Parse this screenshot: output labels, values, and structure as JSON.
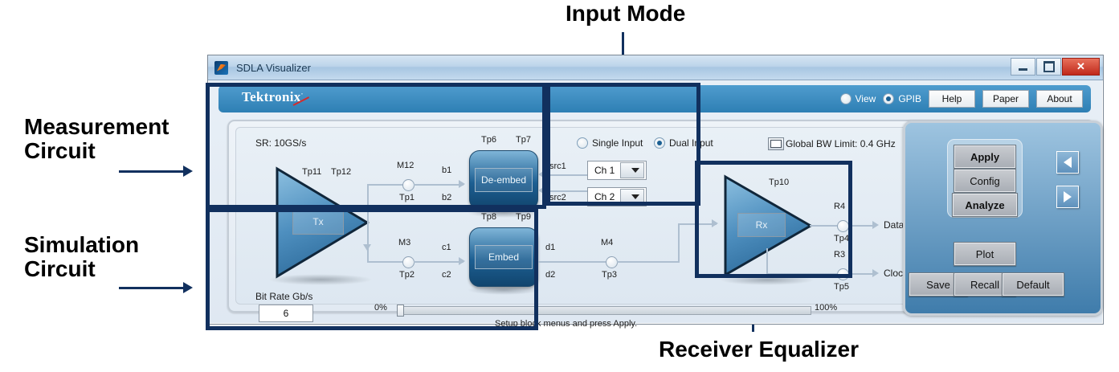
{
  "annotations": {
    "measurement": "Measurement\nCircuit",
    "simulation": "Simulation\nCircuit",
    "input_mode": "Input Mode",
    "receiver_equalizer": "Receiver Equalizer"
  },
  "window": {
    "title": "SDLA Visualizer",
    "icon": "matlab-icon",
    "minimize_label": "",
    "maximize_label": "",
    "close_label": "✕"
  },
  "header": {
    "brand": "Tektronix",
    "brand_mark": "·",
    "radios": [
      {
        "label": "View",
        "selected": false
      },
      {
        "label": "GPIB",
        "selected": true
      }
    ],
    "buttons": [
      "Help",
      "Paper",
      "About"
    ]
  },
  "diagram": {
    "sample_rate": "SR: 10GS/s",
    "bw_limit": "Global BW Limit: 0.4 GHz",
    "bit_rate_label": "Bit Rate Gb/s",
    "bit_rate_value": "6",
    "status_text": "Setup block menus and press Apply.",
    "progress": {
      "min": "0%",
      "max": "100%",
      "value": 0
    },
    "input_mode": {
      "options": [
        {
          "label": "Single Input",
          "selected": false
        },
        {
          "label": "Dual Input",
          "selected": true
        }
      ],
      "channels": [
        "Ch 1",
        "Ch 2"
      ]
    },
    "blocks": [
      {
        "name": "tx",
        "label": "Tx"
      },
      {
        "name": "de-embed",
        "label": "De-embed"
      },
      {
        "name": "embed",
        "label": "Embed"
      },
      {
        "name": "rx",
        "label": "Rx"
      }
    ],
    "testpoints": {
      "tp11": "Tp11",
      "tp12": "Tp12",
      "tp1": "Tp1",
      "tp2": "Tp2",
      "tp3": "Tp3",
      "tp4": "Tp4",
      "tp5": "Tp5",
      "tp6": "Tp6",
      "tp7": "Tp7",
      "tp8": "Tp8",
      "tp9": "Tp9",
      "tp10": "Tp10"
    },
    "nodes": {
      "m12": "M12",
      "m3": "M3",
      "m4": "M4",
      "r4": "R4",
      "r3": "R3"
    },
    "signals": {
      "b1": "b1",
      "b2": "b2",
      "c1": "c1",
      "c2": "c2",
      "d1": "d1",
      "d2": "d2",
      "src1": "src1",
      "src2": "src2"
    },
    "outputs": {
      "data": "Data",
      "clock": "Clock"
    }
  },
  "controls": {
    "primary": [
      "Apply",
      "Config",
      "Analyze"
    ],
    "plot": "Plot",
    "secondary": [
      "Save",
      "Recall",
      "Default"
    ],
    "nav": [
      "prev-arrow-button",
      "next-arrow-button"
    ]
  },
  "colors": {
    "annotation_navy": "#11305e",
    "tek_blue": "#2e7fb4",
    "block_blue": "#1d5f92",
    "progress_blue": "#2475aa"
  }
}
